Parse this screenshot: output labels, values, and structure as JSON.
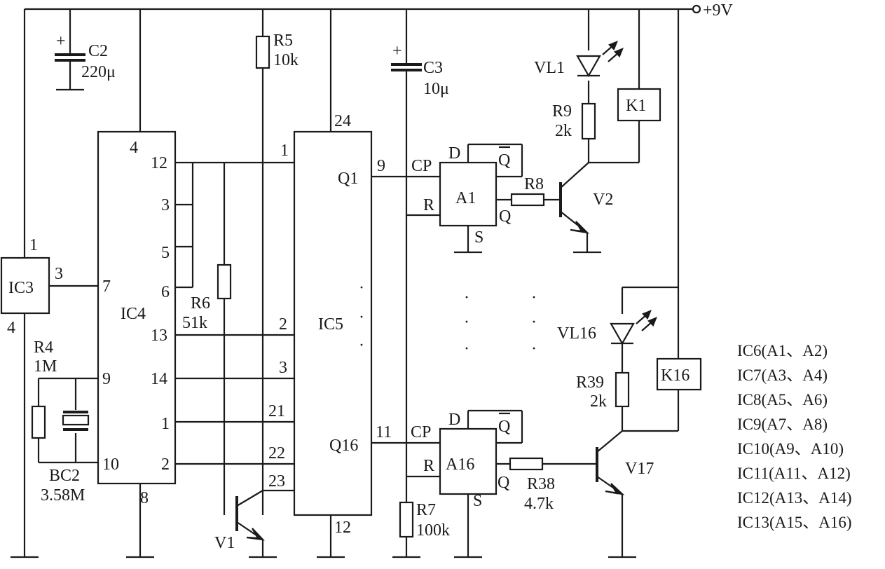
{
  "supply": "+9V",
  "ic3": {
    "name": "IC3",
    "pins": {
      "p1": "1",
      "p3": "3",
      "p4": "4"
    }
  },
  "ic4": {
    "name": "IC4",
    "pins": {
      "p4": "4",
      "p12": "12",
      "p3": "3",
      "p5": "5",
      "p6": "6",
      "p7": "7",
      "p13": "13",
      "p14": "14",
      "p1": "1",
      "p2": "2",
      "p9": "9",
      "p10": "10",
      "p8": "8"
    }
  },
  "ic5": {
    "name": "IC5",
    "pins": {
      "p24": "24",
      "p1": "1",
      "p2": "2",
      "p3": "3",
      "p21": "21",
      "p22": "22",
      "p23": "23",
      "p12": "12",
      "p9": "9",
      "p11": "11"
    },
    "out_q1": "Q1",
    "out_q16": "Q16"
  },
  "c2": {
    "name": "C2",
    "value": "220μ",
    "polarity": "+"
  },
  "c3": {
    "name": "C3",
    "value": "10μ",
    "polarity": "+"
  },
  "r4": {
    "name": "R4",
    "value": "1M"
  },
  "bc2": {
    "name": "BC2",
    "value": "3.58M"
  },
  "r5": {
    "name": "R5",
    "value": "10k"
  },
  "r6": {
    "name": "R6",
    "value": "51k"
  },
  "r7": {
    "name": "R7",
    "value": "100k"
  },
  "r8": {
    "name": "R8"
  },
  "r9": {
    "name": "R9",
    "value": "2k"
  },
  "r38": {
    "name": "R38",
    "value": "4.7k"
  },
  "r39": {
    "name": "R39",
    "value": "2k"
  },
  "v1": {
    "name": "V1"
  },
  "v2": {
    "name": "V2"
  },
  "v17": {
    "name": "V17"
  },
  "vl1": {
    "name": "VL1"
  },
  "vl16": {
    "name": "VL16"
  },
  "k1": {
    "name": "K1"
  },
  "k16": {
    "name": "K16"
  },
  "a1": {
    "name": "A1",
    "pin_d": "D",
    "pin_qbar": "Q",
    "pin_cp": "CP",
    "pin_r": "R",
    "pin_q": "Q",
    "pin_s": "S"
  },
  "a16": {
    "name": "A16",
    "pin_d": "D",
    "pin_qbar": "Q",
    "pin_cp": "CP",
    "pin_r": "R",
    "pin_q": "Q",
    "pin_s": "S"
  },
  "ellipsis_dot": "·",
  "legend": [
    "IC6(A1、A2)",
    "IC7(A3、A4)",
    "IC8(A5、A6)",
    "IC9(A7、A8)",
    "IC10(A9、A10)",
    "IC11(A11、A12)",
    "IC12(A13、A14)",
    "IC13(A15、A16)"
  ]
}
